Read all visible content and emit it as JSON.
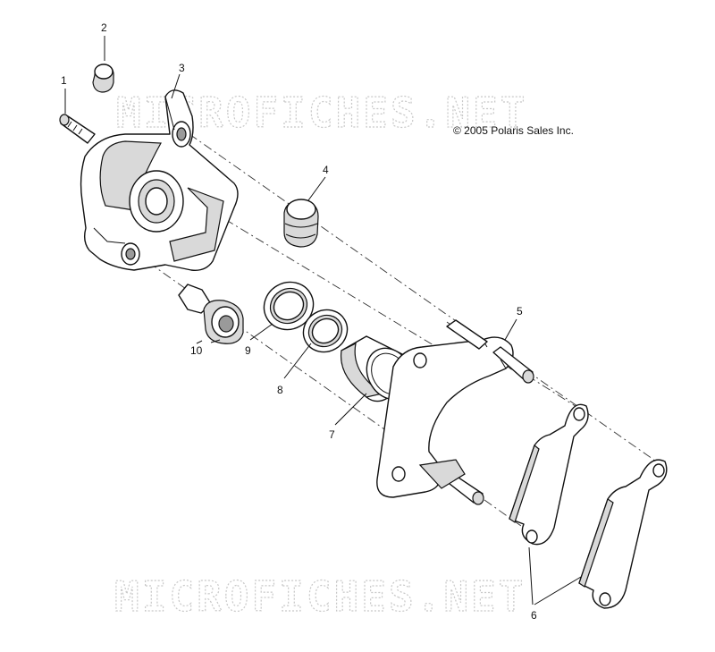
{
  "copyright": "© 2005 Polaris Sales Inc.",
  "watermark": "MICROFICHES.NET",
  "callouts": [
    "1",
    "2",
    "3",
    "4",
    "5",
    "6",
    "7",
    "8",
    "9",
    "10"
  ]
}
